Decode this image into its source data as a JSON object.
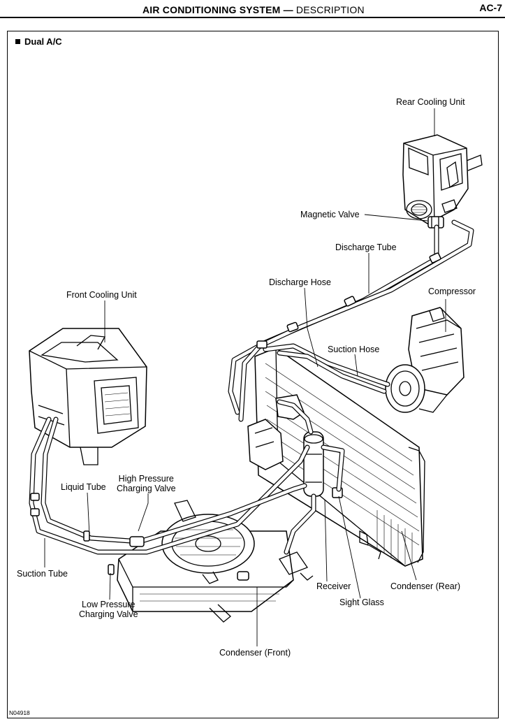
{
  "header": {
    "title": "AIR CONDITIONING SYSTEM",
    "separator": "—",
    "subtitle": "DESCRIPTION",
    "page": "AC-7"
  },
  "section": {
    "title": "Dual A/C"
  },
  "labels": {
    "rear_cooling_unit": "Rear Cooling Unit",
    "magnetic_valve": "Magnetic Valve",
    "discharge_tube": "Discharge Tube",
    "discharge_hose": "Discharge Hose",
    "compressor": "Compressor",
    "front_cooling_unit": "Front Cooling Unit",
    "suction_hose": "Suction Hose",
    "high_pressure_line1": "High Pressure",
    "high_pressure_line2": "Charging Valve",
    "liquid_tube": "Liquid Tube",
    "suction_tube": "Suction Tube",
    "receiver": "Receiver",
    "condenser_rear": "Condenser (Rear)",
    "sight_glass": "Sight Glass",
    "low_pressure_line1": "Low Pressure",
    "low_pressure_line2": "Charging Valve",
    "condenser_front": "Condenser (Front)"
  },
  "figure_code": "N04918"
}
